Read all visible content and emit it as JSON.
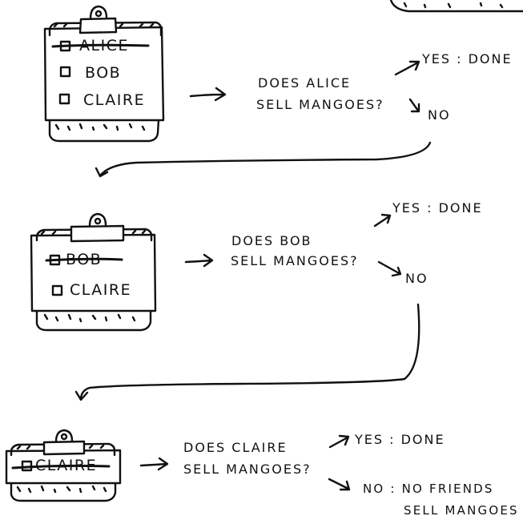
{
  "steps": [
    {
      "clipboard": [
        {
          "label": "ALICE",
          "crossed": true
        },
        {
          "label": "BOB",
          "crossed": false
        },
        {
          "label": "CLAIRE",
          "crossed": false
        }
      ],
      "question": [
        "DOES ALICE",
        "SELL MANGOES?"
      ],
      "yes": "YES : DONE",
      "no": "NO"
    },
    {
      "clipboard": [
        {
          "label": "BOB",
          "crossed": true
        },
        {
          "label": "CLAIRE",
          "crossed": false
        }
      ],
      "question": [
        "DOES BOB",
        "SELL MANGOES?"
      ],
      "yes": "YES : DONE",
      "no": "NO"
    },
    {
      "clipboard": [
        {
          "label": "CLAIRE",
          "crossed": true
        }
      ],
      "question": [
        "DOES CLAIRE",
        "SELL MANGOES?"
      ],
      "yes": "YES : DONE",
      "no": [
        "NO : NO FRIENDS",
        "SELL MANGOES"
      ]
    }
  ],
  "colors": {
    "ink": "#111111",
    "paper": "#ffffff"
  }
}
